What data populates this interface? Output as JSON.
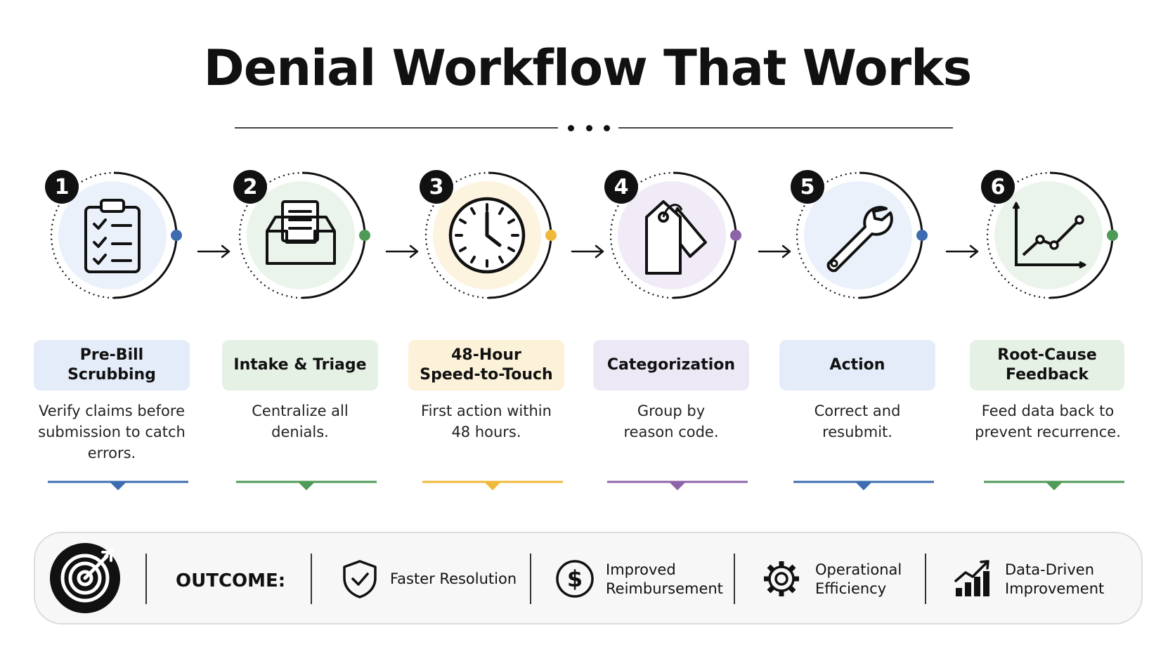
{
  "title": "Denial Workflow That Works",
  "steps": [
    {
      "number": "1",
      "label_lines": [
        "Pre-Bill Scrubbing"
      ],
      "desc_lines": [
        "Verify claims before",
        "submission to catch",
        "errors."
      ],
      "icon": "clipboard-checklist-icon",
      "accent": "#3d6db0",
      "fill": "#eaf1fb",
      "box": "#e3ecf8"
    },
    {
      "number": "2",
      "label_lines": [
        "Intake & Triage"
      ],
      "desc_lines": [
        "Centralize all",
        "denials."
      ],
      "icon": "inbox-tray-icon",
      "accent": "#4e9a57",
      "fill": "#ebf4ea",
      "box": "#e6f1e5"
    },
    {
      "number": "3",
      "label_lines": [
        "48-Hour",
        "Speed-to-Touch"
      ],
      "desc_lines": [
        "First action within",
        "48 hours."
      ],
      "icon": "clock-icon",
      "accent": "#f0b93a",
      "fill": "#fdf4df",
      "box": "#fcf1d9"
    },
    {
      "number": "4",
      "label_lines": [
        "Categorization"
      ],
      "desc_lines": [
        "Group by",
        "reason code."
      ],
      "icon": "tags-icon",
      "accent": "#8e64a8",
      "fill": "#f0ebf7",
      "box": "#ede8f6"
    },
    {
      "number": "5",
      "label_lines": [
        "Action"
      ],
      "desc_lines": [
        "Correct and",
        "resubmit."
      ],
      "icon": "wrench-icon",
      "accent": "#3d6db0",
      "fill": "#eaf1fb",
      "box": "#e3ecf8"
    },
    {
      "number": "6",
      "label_lines": [
        "Root-Cause",
        "Feedback"
      ],
      "desc_lines": [
        "Feed data back to",
        "prevent recurrence."
      ],
      "icon": "line-chart-icon",
      "accent": "#4e9a57",
      "fill": "#ebf4ea",
      "box": "#e6f1e5"
    }
  ],
  "outcome": {
    "label": "OUTCOME:",
    "icon": "target-icon",
    "items": [
      {
        "icon": "shield-check-icon",
        "lines": [
          "Faster Resolution"
        ]
      },
      {
        "icon": "dollar-circle-icon",
        "lines": [
          "Improved",
          "Reimbursement"
        ]
      },
      {
        "icon": "gear-icon",
        "lines": [
          "Operational",
          "Efficiency"
        ]
      },
      {
        "icon": "bar-chart-growth-icon",
        "lines": [
          "Data-Driven",
          "Improvement"
        ]
      }
    ]
  }
}
